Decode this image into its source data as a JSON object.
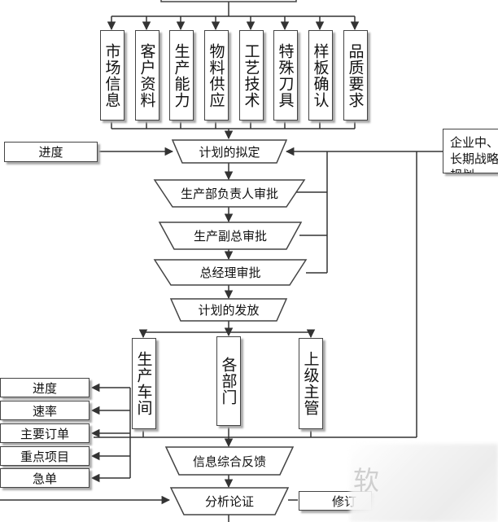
{
  "top_inputs": [
    "市场信息",
    "客户资料",
    "生产能力",
    "物料供应",
    "工艺技术",
    "特殊刀具",
    "样板确认",
    "品质要求"
  ],
  "left_top_box": "进度",
  "right_box": "企业中、长期战略规划",
  "main_steps": {
    "plan_draft": "计划的拟定",
    "approve_production": "生产部负责人审批",
    "approve_vp": "生产副总审批",
    "approve_gm": "总经理审批",
    "plan_issue": "计划的发放",
    "feedback": "信息综合反馈",
    "analysis": "分析论证"
  },
  "branches": [
    "生产车间",
    "各部门",
    "上级主管"
  ],
  "left_items": [
    "进度",
    "速率",
    "主要订单",
    "重点项目",
    "急单"
  ],
  "right_bottom_box": "修订",
  "watermark": "软"
}
